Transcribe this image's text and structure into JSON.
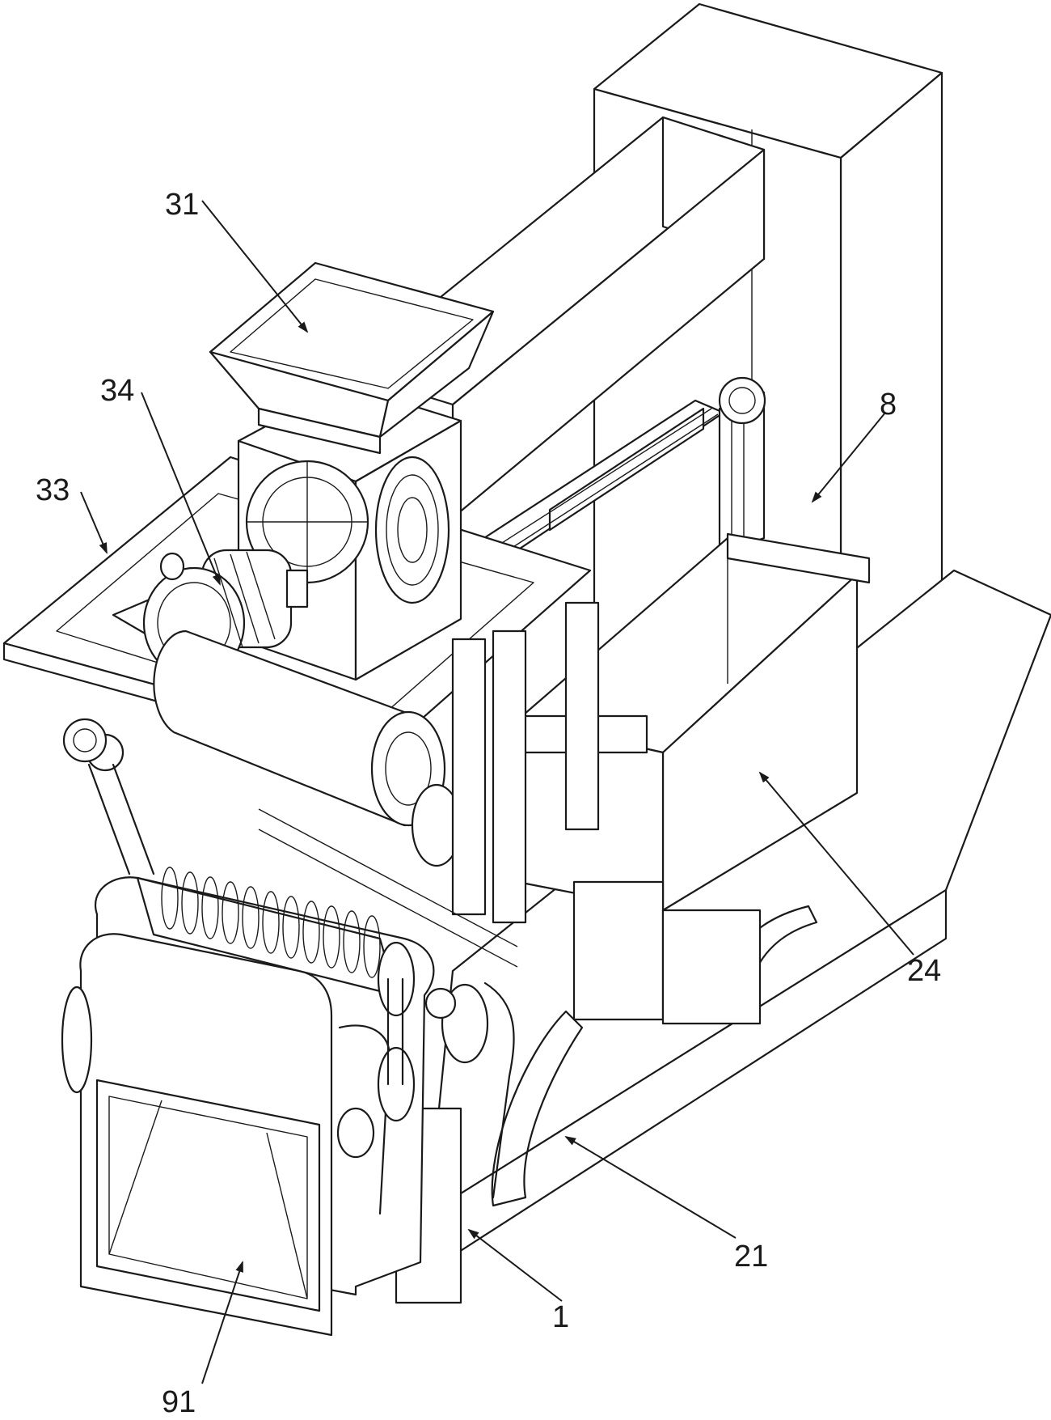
{
  "labels": {
    "l31": "31",
    "l34": "34",
    "l33": "33",
    "l8": "8",
    "l24": "24",
    "l21": "21",
    "l1": "1",
    "l91": "91"
  }
}
